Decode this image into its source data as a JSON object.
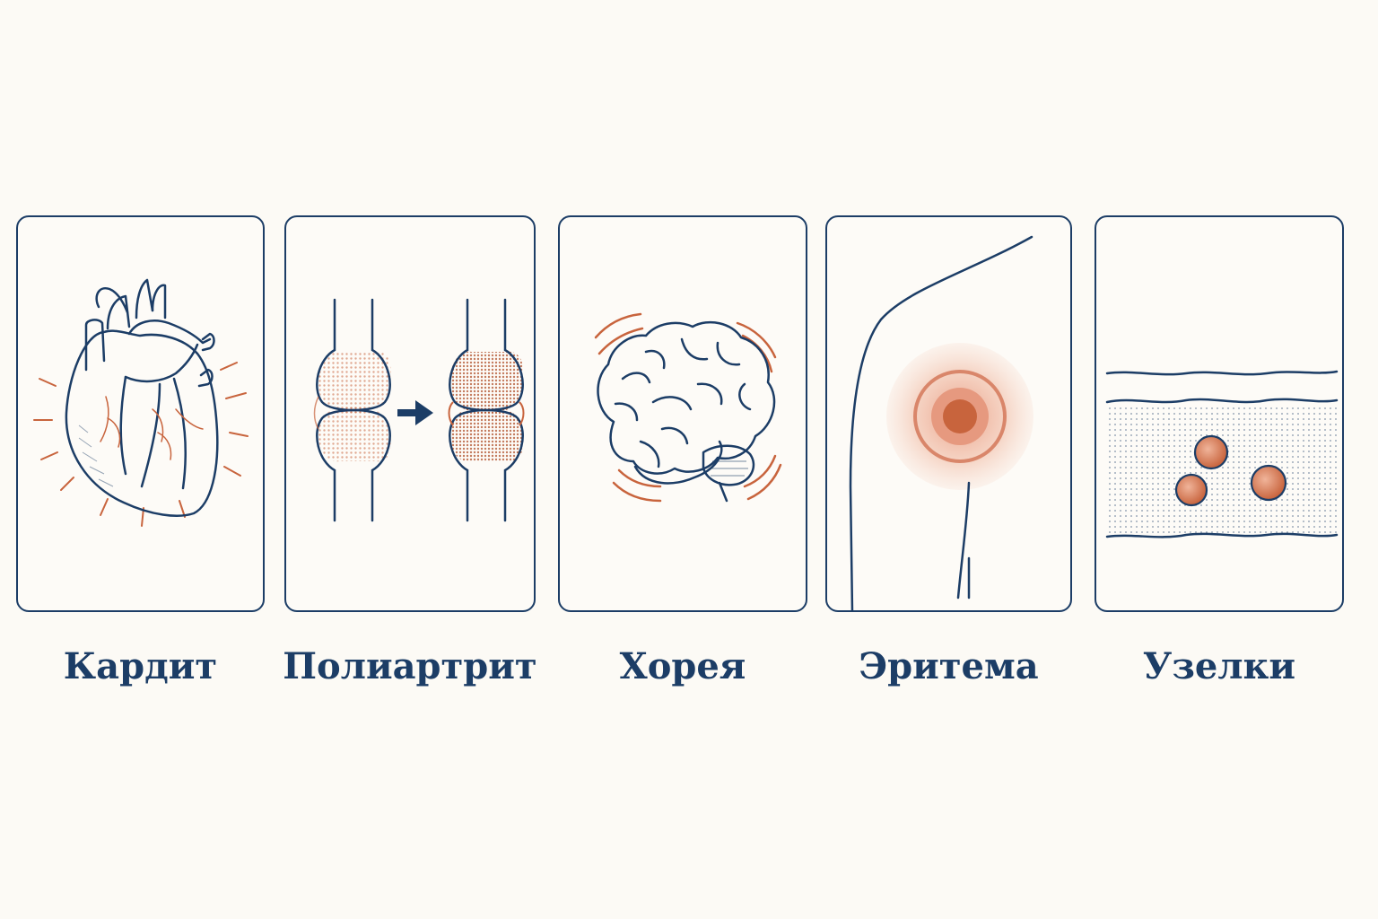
{
  "palette": {
    "navy": "#1c3d66",
    "accent": "#c8643d",
    "accent_light": "#f2c2ad",
    "background": "#fcfaf5"
  },
  "cards": [
    {
      "icon": "heart-icon",
      "label": "Кардит"
    },
    {
      "icon": "joint-icon",
      "label": "Полиартрит"
    },
    {
      "icon": "brain-icon",
      "label": "Хорея"
    },
    {
      "icon": "skin-erythema-icon",
      "label": "Эритема"
    },
    {
      "icon": "skin-nodules-icon",
      "label": "Узелки"
    }
  ]
}
